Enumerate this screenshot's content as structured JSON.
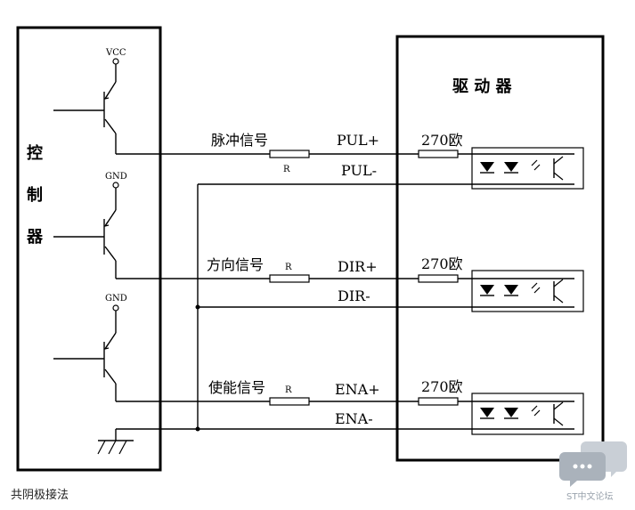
{
  "controller": {
    "label_chars": [
      "控",
      "制",
      "器"
    ],
    "supply_labels": [
      "VCC",
      "GND",
      "GND"
    ]
  },
  "driver": {
    "title": "驱 动 器"
  },
  "channels": [
    {
      "signal": "脉冲信号",
      "plus": "PUL+",
      "minus": "PUL-",
      "r_label": "R",
      "resistor": "270欧"
    },
    {
      "signal": "方向信号",
      "plus": "DIR+",
      "minus": "DIR-",
      "r_label": "R",
      "resistor": "270欧"
    },
    {
      "signal": "使能信号",
      "plus": "ENA+",
      "minus": "ENA-",
      "r_label": "R",
      "resistor": "270欧"
    }
  ],
  "caption": "共阴极接法",
  "watermark": "ST中文论坛",
  "colors": {
    "line": "#000000",
    "watermark": "#9aa3ad"
  },
  "icons": [
    "transistor-icon",
    "ground-icon",
    "led-icon",
    "optocoupler-icon",
    "chat-bubble-icon"
  ]
}
